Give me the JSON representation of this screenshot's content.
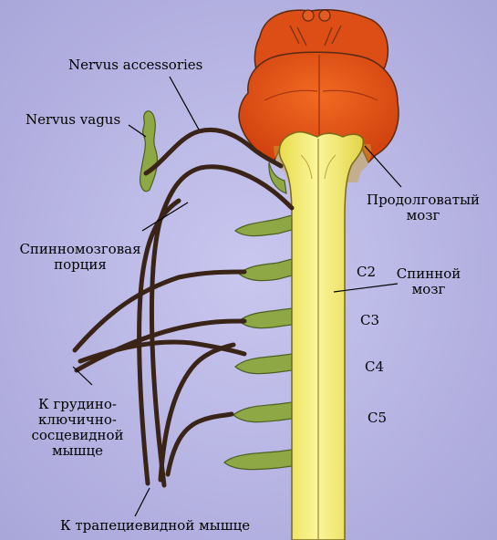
{
  "labels": {
    "accessory": "Nervus accessories",
    "vagus": "Nervus vagus",
    "spinal_portion": "Спинномозговая\nпорция",
    "medulla": "Продолговатый\nмозг",
    "spinal_cord": "Спинной\nмозг",
    "c2": "C2",
    "c3": "C3",
    "c4": "C4",
    "c5": "C5",
    "scm": "К грудино-\nключично-\nсосцевидной\nмышце",
    "trapezius": "К трапециевидной мышце"
  },
  "colors": {
    "background": "#b9b6e3",
    "brainstem": "#e2541b",
    "spinal_cord": "#f4ec74",
    "nerve_root": "#8da845",
    "accessory_nerve": "#3a2317"
  }
}
